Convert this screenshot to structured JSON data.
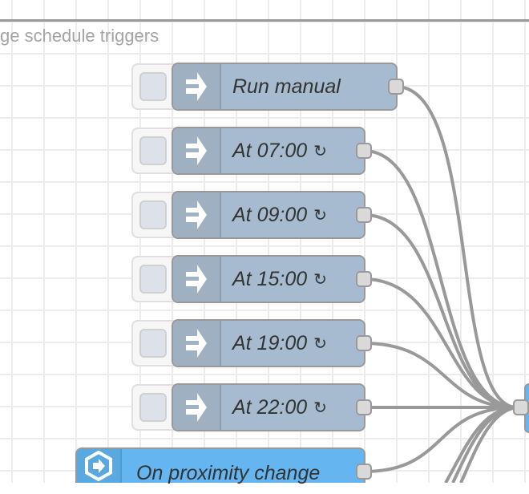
{
  "group": {
    "label": "ge schedule triggers"
  },
  "inject_nodes": [
    {
      "label": "Run manual",
      "repeat": false
    },
    {
      "label": "At 07:00",
      "repeat": true
    },
    {
      "label": "At 09:00",
      "repeat": true
    },
    {
      "label": "At 15:00",
      "repeat": true
    },
    {
      "label": "At 19:00",
      "repeat": true
    },
    {
      "label": "At 22:00",
      "repeat": true
    }
  ],
  "repeat_symbol": "↻",
  "event_node": {
    "label": "On proximity change"
  },
  "colors": {
    "inject": "#a6bbcf",
    "event": "#64b5f0",
    "wire": "#999999"
  }
}
